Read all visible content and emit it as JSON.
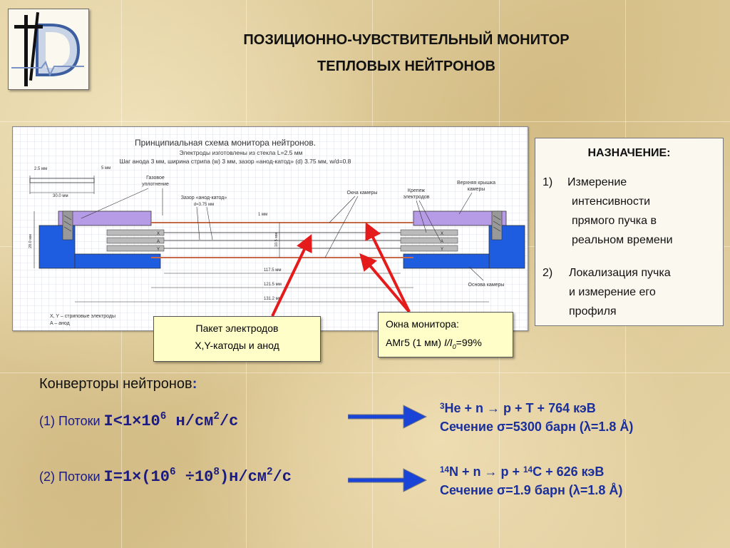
{
  "title": {
    "line1": "ПОЗИЦИОННО-ЧУВСТВИТЕЛЬНЫЙ МОНИТОР",
    "line2": "ТЕПЛОВЫХ НЕЙТРОНОВ"
  },
  "logo": {
    "icon": "jinr-d-logo-icon"
  },
  "scheme": {
    "title": "Принципиальная схема монитора нейтронов.",
    "sub1": "Электроды изготовлены из стекла L=2.5 мм",
    "sub2": "Шаг анода 3 мм, ширина стрипа (w) 3 мм, зазор «анод-катод» (d) 3.75 мм, w/d=0.8",
    "dim_2_5": "2.5 мм",
    "dim_5": "5 мм",
    "dim_30": "30.0 мм",
    "dim_28": "28.0 мм",
    "dim_10_5": "10.5 мм",
    "dim_1": "1 мм",
    "dim_117_5": "117.5 мм",
    "dim_121_5": "121.5 мм",
    "dim_131_2": "131.2 мм",
    "label_gas_seal": "Газовое уплотнение",
    "label_gap": "Зазор «анод-катод»",
    "label_gap2": "d=3.75 мм",
    "label_windows": "Окна камеры",
    "label_fastener": "Крепеж электродов",
    "label_top_cover": "Верхняя крышка камеры",
    "label_base": "Основа камеры",
    "electrode_x": "X",
    "electrode_a": "A",
    "electrode_y": "Y",
    "legend1": "X, Y – стриповые электроды",
    "legend2": "A – анод"
  },
  "callout_electrodes": {
    "line1": "Пакет электродов",
    "line2": "X,Y-катоды и анод"
  },
  "callout_windows": {
    "line1": "Окна монитора:",
    "line2_prefix": "АМг5 (1 мм)",
    "line2_i": "I/I",
    "line2_sub": "0",
    "line2_suffix": "=99%"
  },
  "purpose": {
    "heading": "НАЗНАЧЕНИЕ:",
    "items": [
      {
        "num": "1)",
        "lines": [
          "Измерение",
          "интенсивности",
          "прямого пучка в",
          "реальном времени"
        ]
      },
      {
        "num": "2)",
        "lines": [
          "Локализация пучка",
          "и измерение его",
          "профиля"
        ]
      }
    ]
  },
  "converters": {
    "title_text": "Конверторы нейтронов",
    "title_colon": ":",
    "flow1": {
      "prefix": "(1) Потоки ",
      "a": "I<1",
      "x": "×",
      "b": "10",
      "exp": "6",
      "c": " н/см",
      "exp2": "2",
      "d": "/с"
    },
    "flow2": {
      "prefix": "(2) Потоки ",
      "a": "I=1",
      "x": "×",
      "b": "(10",
      "exp": "6",
      "div": " ÷",
      "c": "10",
      "exp2": "8",
      "d": ")н/см",
      "exp3": "2",
      "e": "/с"
    },
    "reaction1": {
      "sup1": "3",
      "text1": "He + n ",
      "arrow": "→",
      "text2": " p + T + 764 кэВ",
      "line2": "Сечение σ=5300 барн (λ=1.8 Å)"
    },
    "reaction2": {
      "sup1": "14",
      "text1": "N + n ",
      "arrow": "→",
      "text2": " p + ",
      "sup2": "14",
      "text3": "C + 626 кэВ",
      "line2": "Сечение σ=1.9 барн (λ=1.8 Å)"
    }
  },
  "colors": {
    "arrow_blue": "#1a44d8",
    "arrow_red": "#e51b1b",
    "callout_bg": "#fffec8",
    "text_blue": "#1a2f9c"
  }
}
